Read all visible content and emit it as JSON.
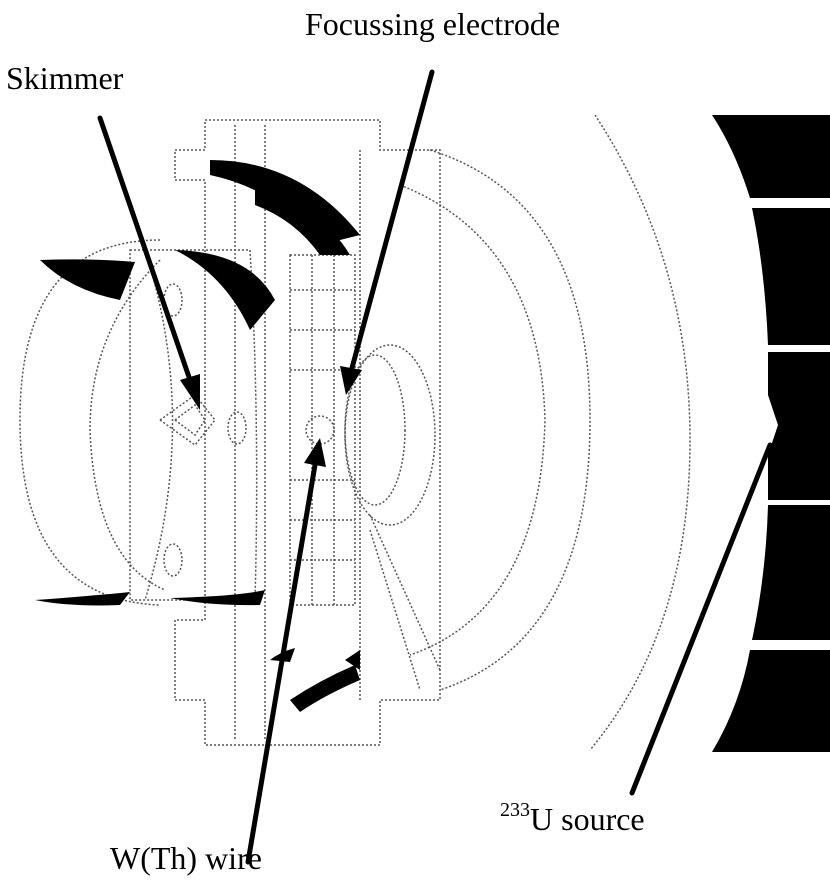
{
  "labels": {
    "focussing_electrode": "Focussing electrode",
    "skimmer": "Skimmer",
    "wire": "W(Th) wire",
    "source_superscript": "233",
    "source_text": "U source"
  },
  "colors": {
    "ink": "#000000",
    "outline": "#555555",
    "background": "#ffffff"
  }
}
